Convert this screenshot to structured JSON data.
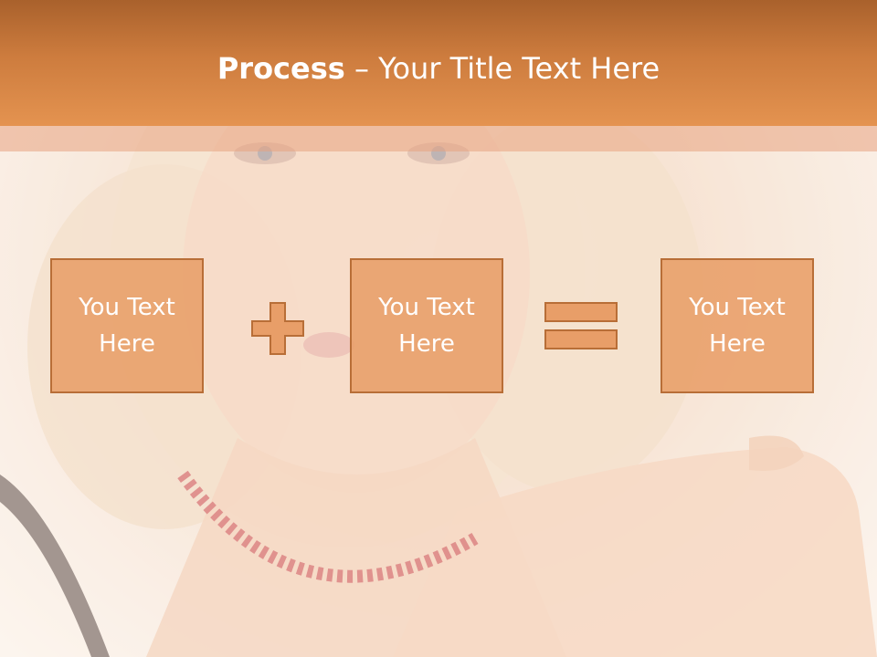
{
  "slide": {
    "title_bold": "Process",
    "title_separator": " – ",
    "title_rest": "Your Title Text Here"
  },
  "process": {
    "boxes": [
      {
        "text": "You Text\nHere"
      },
      {
        "text": "You Text\nHere"
      },
      {
        "text": "You Text\nHere"
      }
    ],
    "operators": [
      "plus-icon",
      "equals-icon"
    ]
  },
  "colors": {
    "header_top": "#a9612c",
    "header_bottom": "#e49350",
    "box_fill": "#e89e68",
    "box_border": "#b86e37",
    "text": "#ffffff"
  }
}
